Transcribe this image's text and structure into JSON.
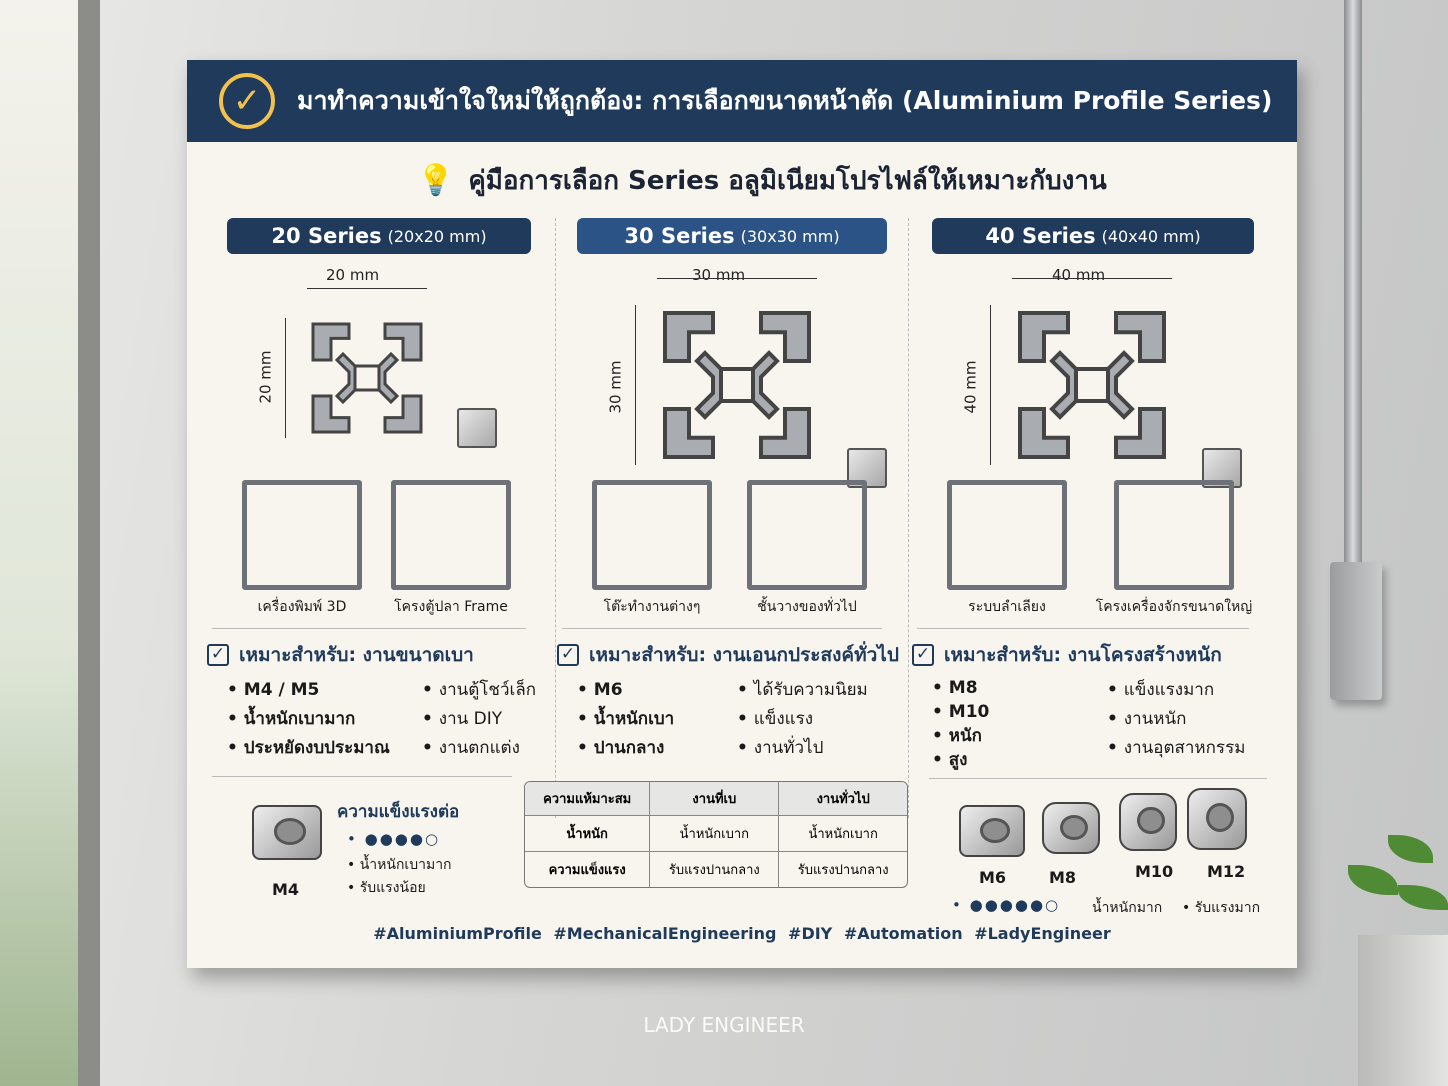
{
  "header": {
    "title": "มาทำความเข้าใจใหม่ให้ถูกต้อง: การเลือกขนาดหน้าตัด (Aluminium Profile Series)",
    "icon": "check-circle-icon"
  },
  "subtitle": "คู่มือการเลือก Series อลูมิเนียมโปรไฟล์ให้เหมาะกับงาน",
  "columns": [
    {
      "series": "20 Series",
      "size": "(20x20 mm)",
      "width_dim": "20 mm",
      "height_dim": "20 mm",
      "apps": [
        "เครื่องพิมพ์ 3D",
        "โครงตู้ปลา Frame"
      ],
      "fit_label": "เหมาะสำหรับ: งานขนาดเบา",
      "bullets_left": [
        "M4 / M5",
        "น้ำหนักเบามาก",
        "ประหยัดงบประมาณ"
      ],
      "bullets_right": [
        "งานตู้โชว์เล็ก",
        "งาน DIY",
        "งานตกแต่ง"
      ]
    },
    {
      "series": "30 Series",
      "size": "(30x30 mm)",
      "width_dim": "30 mm",
      "height_dim": "30 mm",
      "apps": [
        "โต๊ะทำงานต่างๆ",
        "ชั้นวางของทั่วไป"
      ],
      "fit_label": "เหมาะสำหรับ: งานเอนกประสงค์ทั่วไป",
      "bullets_left": [
        "M6",
        "น้ำหนักเบา",
        "ปานกลาง"
      ],
      "bullets_right": [
        "ได้รับความนิยม",
        "แข็งแรง",
        "งานทั่วไป"
      ]
    },
    {
      "series": "40 Series",
      "size": "(40x40 mm)",
      "width_dim": "40 mm",
      "height_dim": "40 mm",
      "apps": [
        "ระบบลำเลียง",
        "โครงเครื่องจักรขนาดใหญ่"
      ],
      "fit_label": "เหมาะสำหรับ: งานโครงสร้างหนัก",
      "bullets_left": [
        "M8",
        "M10",
        "หนัก",
        "สูง"
      ],
      "bullets_right": [
        "แข็งแรงมาก",
        "งานหนัก",
        "งานอุตสาหกรรม"
      ]
    }
  ],
  "nut_m4": {
    "label": "M4",
    "title": "ความแข็งแรงต่อ",
    "rating": "• ●●●●○",
    "rating_filled": 4,
    "rating_max": 5,
    "notes": [
      "น้ำหนักเบามาก",
      "รับแรงน้อย"
    ]
  },
  "table": {
    "headers": [
      "ความแห้มาะสม",
      "งานที่เบ",
      "งานทั่วไป"
    ],
    "rows": [
      [
        "น้ำหนัก",
        "น้ำหนักเบาก",
        "น้ำหนักเบาก"
      ],
      [
        "ความแข็งแรง",
        "รับแรงปานกลาง",
        "รับแรงปานกลาง"
      ]
    ]
  },
  "nuts_big": {
    "labels": [
      "M6",
      "M8",
      "M10",
      "M12"
    ],
    "rating": "• ●●●●●○",
    "rating_filled": 5,
    "rating_max": 6,
    "notes": [
      "น้ำหนักมาก",
      "รับแรงมาก"
    ]
  },
  "hashtags": "#AluminiumProfile #MechanicalEngineering #DIY #Automation #LadyEngineer",
  "watermark": "LADY ENGINEER",
  "colors": {
    "navy": "#1f3a5b",
    "accent": "#f2c14e",
    "paper": "#f8f5ee"
  }
}
